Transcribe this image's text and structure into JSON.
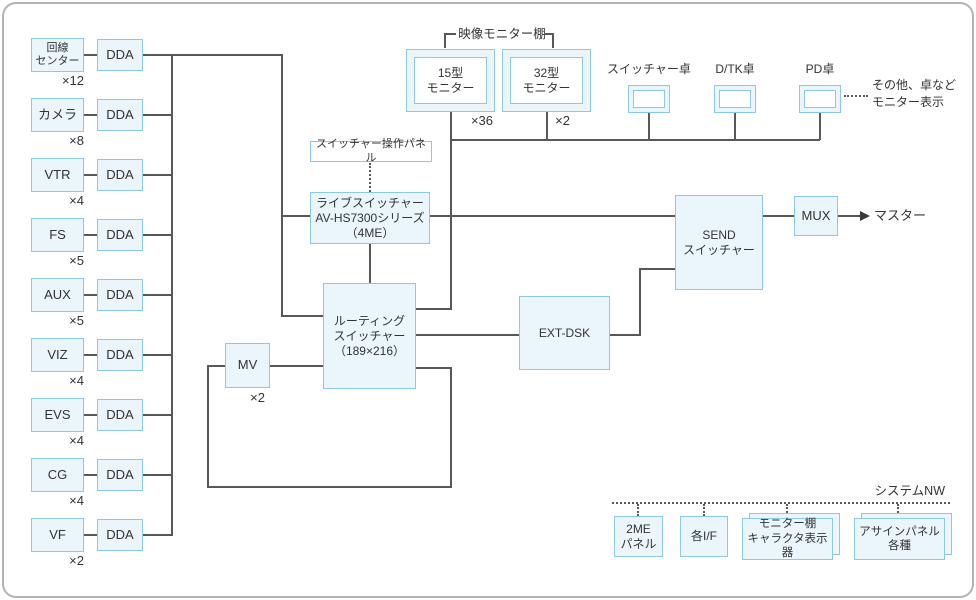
{
  "colors": {
    "box_fill": "#eaf5fc",
    "box_border": "#8cc8e8",
    "line": "#595757",
    "text": "#333333"
  },
  "sources": [
    {
      "label": "回線\nセンター",
      "count": "×12"
    },
    {
      "label": "カメラ",
      "count": "×8"
    },
    {
      "label": "VTR",
      "count": "×4"
    },
    {
      "label": "FS",
      "count": "×5"
    },
    {
      "label": "AUX",
      "count": "×5"
    },
    {
      "label": "VIZ",
      "count": "×4"
    },
    {
      "label": "EVS",
      "count": "×4"
    },
    {
      "label": "CG",
      "count": "×4"
    },
    {
      "label": "VF",
      "count": "×2"
    }
  ],
  "dda": "DDA",
  "monitor_shelf": {
    "title": "映像モニター棚",
    "monitors": [
      {
        "label": "15型\nモニター",
        "count": "×36"
      },
      {
        "label": "32型\nモニター",
        "count": "×2"
      }
    ]
  },
  "desks": {
    "items": [
      {
        "label": "スイッチャー卓"
      },
      {
        "label": "D/TK卓"
      },
      {
        "label": "PD卓"
      }
    ],
    "note": "その他、卓など\nモニター表示"
  },
  "panel": "スイッチャー操作パネル",
  "live_switcher": "ライブスイッチャー\nAV-HS7300シリーズ\n（4ME）",
  "routing_switcher": "ルーティング\nスイッチャー\n（189×216）",
  "mv": {
    "label": "MV",
    "count": "×2"
  },
  "ext_dsk": "EXT-DSK",
  "send_switcher": "SEND\nスイッチャー",
  "mux": "MUX",
  "master": "マスター",
  "system_nw": {
    "title": "システムNW",
    "nodes": [
      {
        "label": "2ME\nパネル"
      },
      {
        "label": "各I/F"
      },
      {
        "label": "モニター棚\nキャラクタ表示器"
      },
      {
        "label": "アサインパネル\n各種"
      }
    ]
  }
}
